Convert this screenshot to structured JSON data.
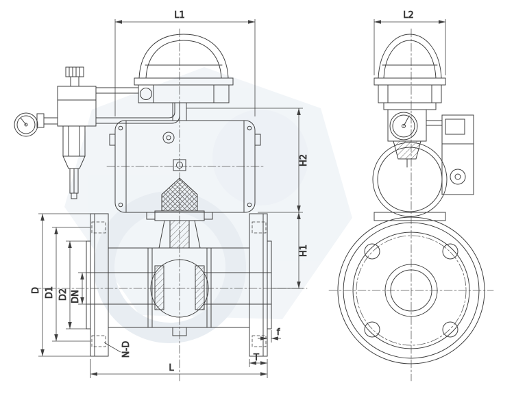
{
  "dimensions": {
    "l1": "L1",
    "l2": "L2",
    "h1": "H1",
    "h2": "H2",
    "d": "D",
    "d1": "D1",
    "d2": "D2",
    "dn": "DN",
    "n_d": "N-D",
    "l": "L",
    "t": "T",
    "f": "f"
  },
  "colors": {
    "line": "#3f3f3f",
    "background": "#ffffff",
    "watermark": "#dfe6ee"
  }
}
